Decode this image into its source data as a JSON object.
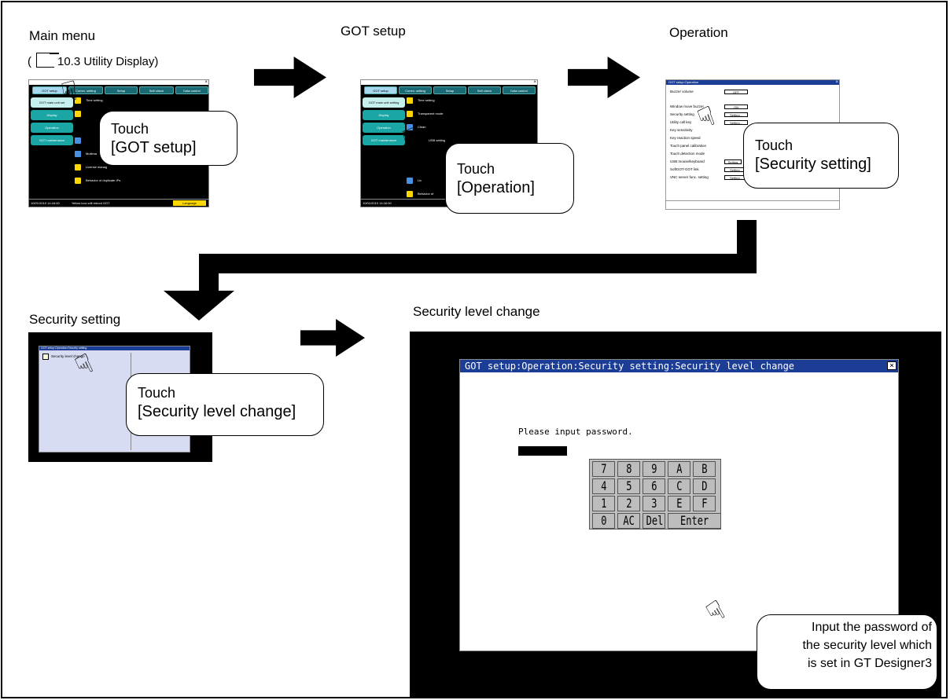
{
  "labels": {
    "main_menu": "Main menu",
    "reference": "10.3 Utility Display)",
    "reference_open": "(",
    "got_setup": "GOT setup",
    "operation": "Operation",
    "security_setting": "Security setting",
    "security_level_change": "Security level change"
  },
  "callouts": {
    "got_setup": {
      "line1": "Touch",
      "line2": "[GOT setup]"
    },
    "operation": {
      "line1": "Touch",
      "line2": "[Operation]"
    },
    "security_setting": {
      "line1": "Touch",
      "line2": "[Security setting]"
    },
    "security_level_change": {
      "line1": "Touch",
      "line2": "[Security level change]"
    },
    "password": {
      "line1": "Input the password of",
      "line2": "the security level which",
      "line3": "is set in GT Designer3"
    }
  },
  "main_menu_screen": {
    "tabs": [
      "GOT setup",
      "Comm. setting",
      "Setup",
      "Self check",
      "Data control"
    ],
    "side": [
      "GOT main unit set",
      "Display",
      "Operation",
      "GOT maintenance"
    ],
    "items": [
      "Time setting",
      "",
      "",
      "",
      "Multima",
      "License manag",
      "Behavior of duplicate IPs"
    ],
    "status": "10/01/2010 14:16:00",
    "status_msg": "Yellow icon will reboot GOT",
    "language": "Language"
  },
  "got_setup_screen": {
    "tabs": [
      "GOT setup",
      "Comm. setting",
      "Setup",
      "Self check",
      "Data control"
    ],
    "side": [
      "GOT main unit setting",
      "Display",
      "Operation",
      "GOT maintenance"
    ],
    "items": [
      "Time setting",
      "Transparent mode",
      "Clean",
      "USB setting",
      "",
      "Lic",
      "Behavior of"
    ],
    "status": "10/01/2010 14:16:00"
  },
  "operation_screen": {
    "title": "GOT setup:Operation",
    "rows": [
      {
        "label": "Buzzer volume",
        "value": "OFF"
      },
      {
        "label": "Window move buzzer",
        "value": "ON"
      },
      {
        "label": "Security setting",
        "value": "Setting..."
      },
      {
        "label": "Utility call key",
        "value": "Setting..."
      },
      {
        "label": "Key sensitivity",
        "value": "(Max 8)"
      },
      {
        "label": "Key reaction speed",
        "value": ""
      },
      {
        "label": "Touch panel calibration",
        "value": ""
      },
      {
        "label": "Touch detection mode",
        "value": ""
      },
      {
        "label": "USB mouse/keyboard",
        "value": "Setting"
      },
      {
        "label": "SoftGOT-GOT link",
        "value": "Setting..."
      },
      {
        "label": "VNC server func. setting",
        "value": "Setting..."
      }
    ]
  },
  "security_setting_screen": {
    "title": "GOT setup:Operation:Security setting",
    "item": "Security level change"
  },
  "security_level_screen": {
    "title": "GOT setup:Operation:Security setting:Security level change",
    "close": "×",
    "prompt": "Please input password.",
    "keys": [
      [
        "7",
        "8",
        "9",
        "A",
        "B"
      ],
      [
        "4",
        "5",
        "6",
        "C",
        "D"
      ],
      [
        "1",
        "2",
        "3",
        "E",
        "F"
      ],
      [
        "0",
        "AC",
        "Del",
        "Enter"
      ]
    ]
  }
}
